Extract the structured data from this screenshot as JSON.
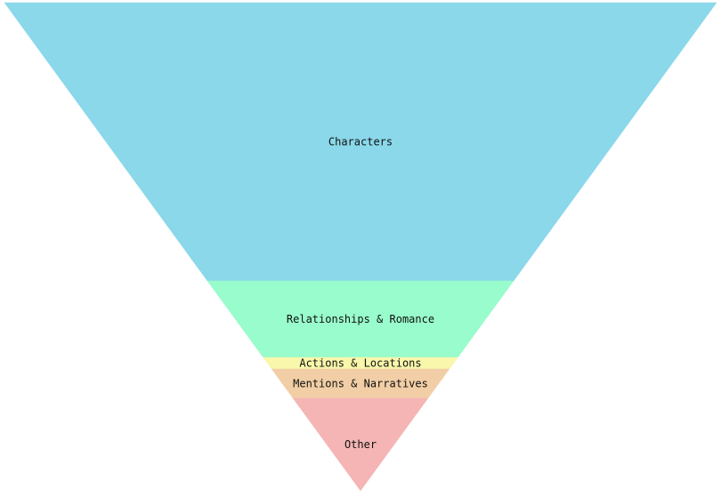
{
  "chart_data": {
    "type": "funnel",
    "orientation": "inverted-triangle",
    "segments": [
      {
        "label": "Characters",
        "value": 313,
        "color": "#8ad8ea"
      },
      {
        "label": "Relationships & Romance",
        "value": 86,
        "color": "#98fccc"
      },
      {
        "label": "Actions & Locations",
        "value": 13,
        "color": "#f8f7ab"
      },
      {
        "label": "Mentions & Narratives",
        "value": 33,
        "color": "#f2cea6"
      },
      {
        "label": "Other",
        "value": 104,
        "color": "#f4b5b4"
      }
    ]
  }
}
